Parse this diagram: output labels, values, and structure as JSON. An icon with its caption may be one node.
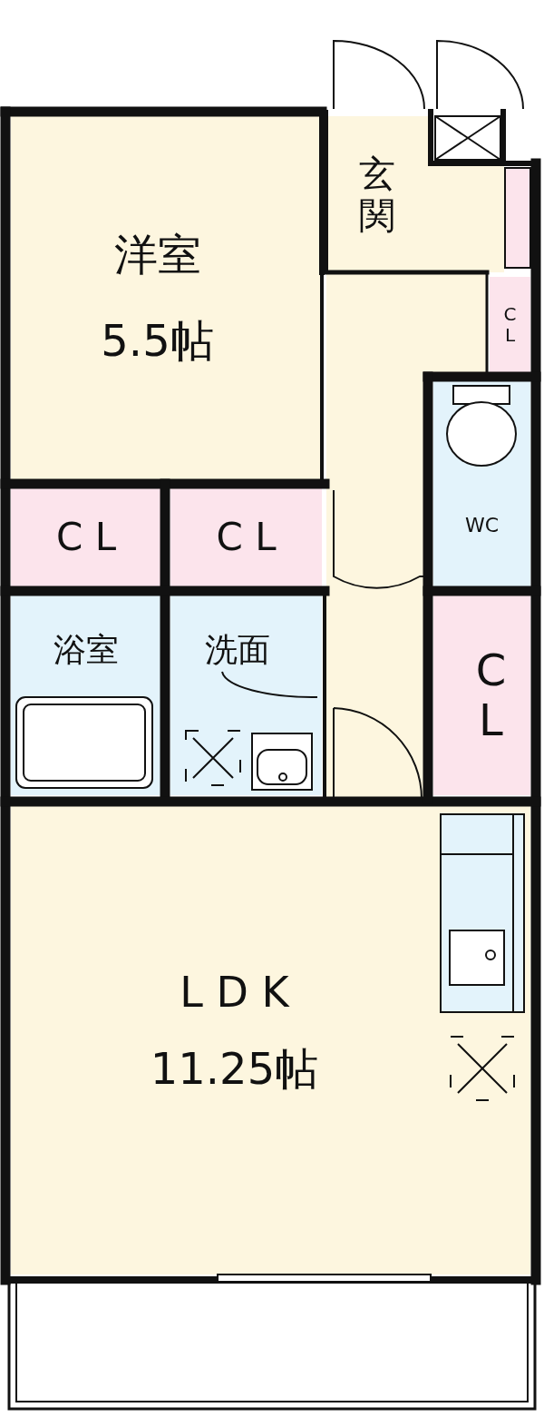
{
  "diagram": {
    "nodes": [
      {
        "text": [
          "洋室",
          "5.5帖"
        ]
      },
      {
        "text": [
          "玄関"
        ]
      },
      {
        "text": [
          "C L"
        ]
      },
      {
        "text": [
          "WC"
        ]
      },
      {
        "text": [
          "C L"
        ]
      },
      {
        "text": [
          "C L"
        ]
      },
      {
        "text": [
          "浴室"
        ]
      },
      {
        "text": [
          "洗面"
        ]
      },
      {
        "text": [
          "C L"
        ]
      },
      {
        "text": [
          "L D K",
          "11.25帖"
        ]
      },
      {
        "text": [],
        "shape": "box"
      }
    ]
  }
}
